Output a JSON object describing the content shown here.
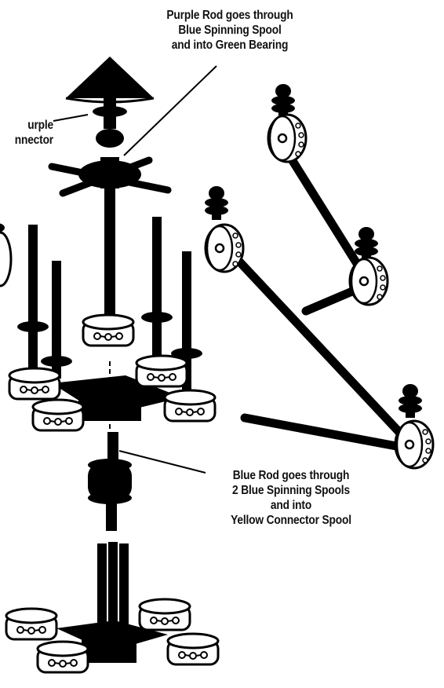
{
  "annotations": {
    "purple_rod": [
      "Purple Rod goes through",
      "Blue Spinning Spool",
      "and into Green Bearing"
    ],
    "purple_connector": [
      "urple",
      "nnector"
    ],
    "blue_rod": [
      "Blue Rod goes through",
      "2 Blue Spinning Spools",
      "and into",
      "Yellow Connector Spool"
    ]
  }
}
